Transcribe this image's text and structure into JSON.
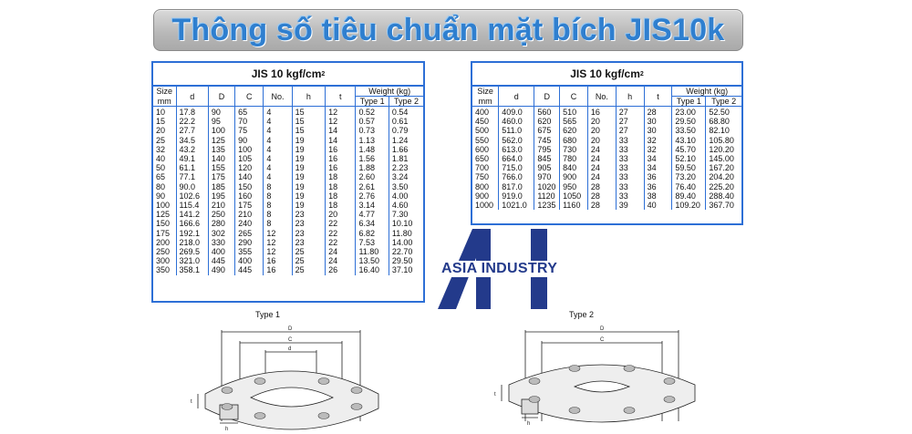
{
  "title": "Thông số tiêu chuẩn mặt bích JIS10k",
  "table1": {
    "title": "JIS 10 kgf/cm",
    "title_sup": "2",
    "head": {
      "size": "Size",
      "mm": "mm",
      "d": "d",
      "D": "D",
      "C": "C",
      "No": "No.",
      "h": "h",
      "t": "t",
      "weight": "Weight (kg)",
      "type1": "Type 1",
      "type2": "Type 2"
    },
    "rows": [
      [
        "10",
        "17.8",
        "90",
        "65",
        "4",
        "15",
        "12",
        "0.52",
        "0.54"
      ],
      [
        "15",
        "22.2",
        "95",
        "70",
        "4",
        "15",
        "12",
        "0.57",
        "0.61"
      ],
      [
        "20",
        "27.7",
        "100",
        "75",
        "4",
        "15",
        "14",
        "0.73",
        "0.79"
      ],
      [
        "25",
        "34.5",
        "125",
        "90",
        "4",
        "19",
        "14",
        "1.13",
        "1.24"
      ],
      [
        "32",
        "43.2",
        "135",
        "100",
        "4",
        "19",
        "16",
        "1.48",
        "1.66"
      ],
      [
        "40",
        "49.1",
        "140",
        "105",
        "4",
        "19",
        "16",
        "1.56",
        "1.81"
      ],
      [
        "50",
        "61.1",
        "155",
        "120",
        "4",
        "19",
        "16",
        "1.88",
        "2.23"
      ],
      [
        "65",
        "77.1",
        "175",
        "140",
        "4",
        "19",
        "18",
        "2.60",
        "3.24"
      ],
      [
        "80",
        "90.0",
        "185",
        "150",
        "8",
        "19",
        "18",
        "2.61",
        "3.50"
      ],
      [
        "90",
        "102.6",
        "195",
        "160",
        "8",
        "19",
        "18",
        "2.76",
        "4.00"
      ],
      [
        "100",
        "115.4",
        "210",
        "175",
        "8",
        "19",
        "18",
        "3.14",
        "4.60"
      ],
      [
        "125",
        "141.2",
        "250",
        "210",
        "8",
        "23",
        "20",
        "4.77",
        "7.30"
      ],
      [
        "150",
        "166.6",
        "280",
        "240",
        "8",
        "23",
        "22",
        "6.34",
        "10.10"
      ],
      [
        "175",
        "192.1",
        "302",
        "265",
        "12",
        "23",
        "22",
        "6.82",
        "11.80"
      ],
      [
        "200",
        "218.0",
        "330",
        "290",
        "12",
        "23",
        "22",
        "7.53",
        "14.00"
      ],
      [
        "250",
        "269.5",
        "400",
        "355",
        "12",
        "25",
        "24",
        "11.80",
        "22.70"
      ],
      [
        "300",
        "321.0",
        "445",
        "400",
        "16",
        "25",
        "24",
        "13.50",
        "29.50"
      ],
      [
        "350",
        "358.1",
        "490",
        "445",
        "16",
        "25",
        "26",
        "16.40",
        "37.10"
      ]
    ]
  },
  "table2": {
    "title": "JIS 10 kgf/cm",
    "title_sup": "2",
    "head": {
      "size": "Size",
      "mm": "mm",
      "d": "d",
      "D": "D",
      "C": "C",
      "No": "No.",
      "h": "h",
      "t": "t",
      "weight": "Weight (kg)",
      "type1": "Type 1",
      "type2": "Type 2"
    },
    "rows": [
      [
        "400",
        "409.0",
        "560",
        "510",
        "16",
        "27",
        "28",
        "23.00",
        "52.50"
      ],
      [
        "450",
        "460.0",
        "620",
        "565",
        "20",
        "27",
        "30",
        "29.50",
        "68.80"
      ],
      [
        "500",
        "511.0",
        "675",
        "620",
        "20",
        "27",
        "30",
        "33.50",
        "82.10"
      ],
      [
        "550",
        "562.0",
        "745",
        "680",
        "20",
        "33",
        "32",
        "43.10",
        "105.80"
      ],
      [
        "600",
        "613.0",
        "795",
        "730",
        "24",
        "33",
        "32",
        "45.70",
        "120.20"
      ],
      [
        "650",
        "664.0",
        "845",
        "780",
        "24",
        "33",
        "34",
        "52.10",
        "145.00"
      ],
      [
        "700",
        "715.0",
        "905",
        "840",
        "24",
        "33",
        "34",
        "59.50",
        "167.20"
      ],
      [
        "750",
        "766.0",
        "970",
        "900",
        "24",
        "33",
        "36",
        "73.20",
        "204.20"
      ],
      [
        "800",
        "817.0",
        "1020",
        "950",
        "28",
        "33",
        "36",
        "76.40",
        "225.20"
      ],
      [
        "900",
        "919.0",
        "1120",
        "1050",
        "28",
        "33",
        "38",
        "89.40",
        "288.40"
      ],
      [
        "1000",
        "1021.0",
        "1235",
        "1160",
        "28",
        "39",
        "40",
        "109.20",
        "367.70"
      ]
    ]
  },
  "logo": {
    "text": "ASIA INDUSTRY",
    "color": "#233a8b"
  },
  "diagrams": {
    "type1_caption": "Type 1",
    "type2_caption": "Type 2",
    "label_D": "D",
    "label_C": "C",
    "label_d": "d",
    "label_t": "t",
    "label_h": "h"
  }
}
